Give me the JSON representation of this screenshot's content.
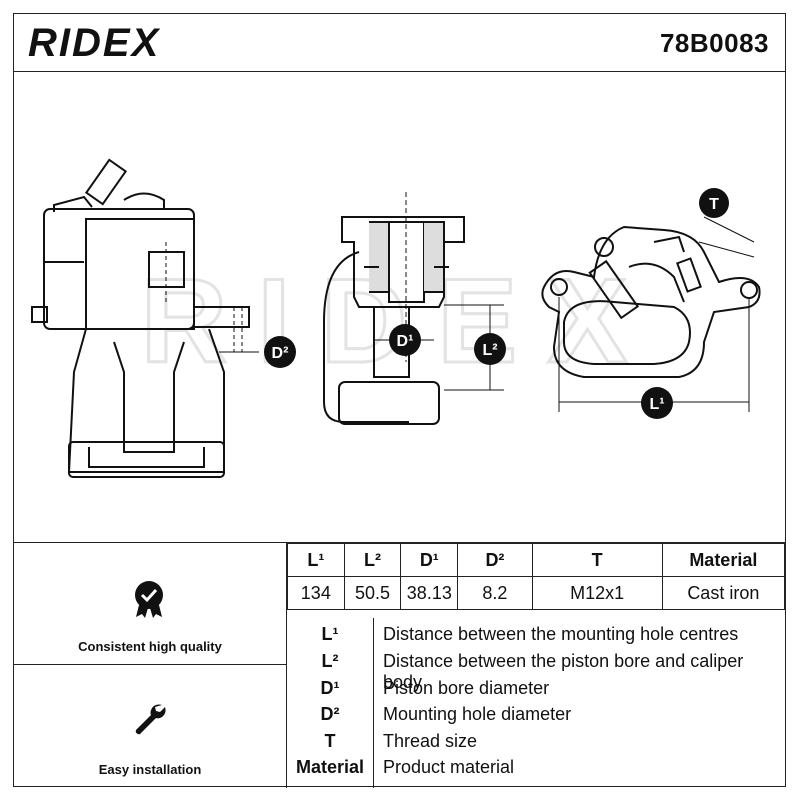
{
  "header": {
    "brand": "RIDEX",
    "part_number": "78B0083"
  },
  "watermark": "RIDEX",
  "drawing_labels": {
    "d2": "D²",
    "d1": "D¹",
    "l2": "L²",
    "t": "T",
    "l1": "L¹"
  },
  "features": [
    {
      "label": "Consistent high quality",
      "icon": "check-seal-icon"
    },
    {
      "label": "Easy installation",
      "icon": "wrench-icon"
    }
  ],
  "specs": {
    "headers": [
      "L¹",
      "L²",
      "D¹",
      "D²",
      "T",
      "Material"
    ],
    "values": [
      "134",
      "50.5",
      "38.13",
      "8.2",
      "M12x1",
      "Cast iron"
    ]
  },
  "legend": [
    {
      "symbol": "L¹",
      "description": "Distance between the mounting hole centres"
    },
    {
      "symbol": "L²",
      "description": "Distance between the piston bore and caliper body"
    },
    {
      "symbol": "D¹",
      "description": "Piston bore diameter"
    },
    {
      "symbol": "D²",
      "description": "Mounting hole diameter"
    },
    {
      "symbol": "T",
      "description": "Thread size"
    },
    {
      "symbol": "Material",
      "description": "Product material"
    }
  ],
  "colors": {
    "ink": "#111111",
    "watermark": "#e6e6e6"
  }
}
